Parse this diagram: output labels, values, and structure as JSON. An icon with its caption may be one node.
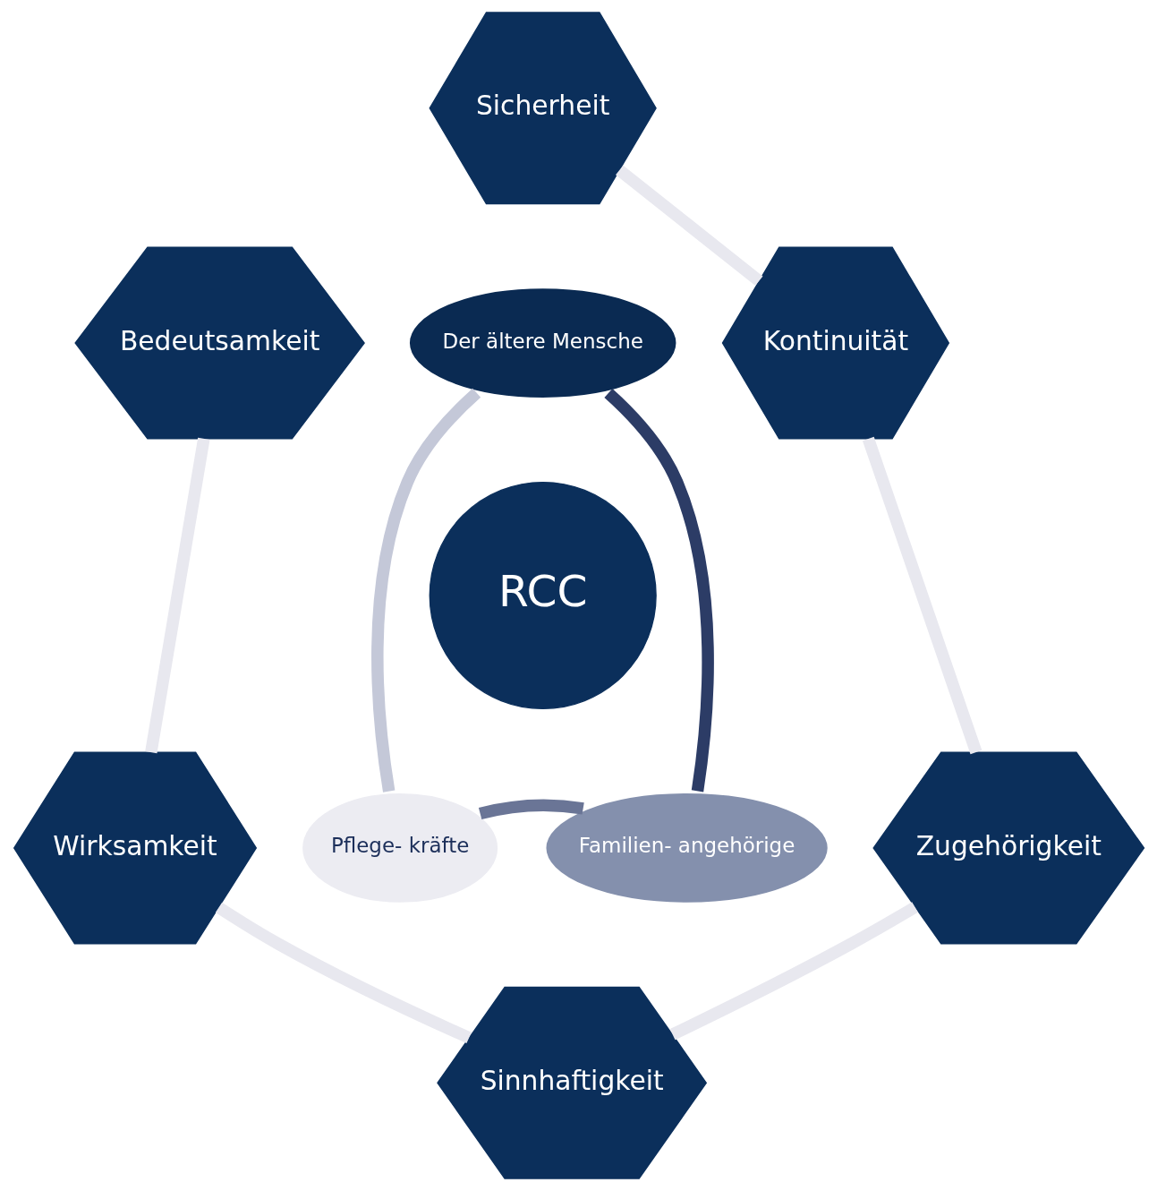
{
  "diagram": {
    "nodes": [
      {
        "text": [
          "Sicherheit"
        ]
      },
      {
        "text": [
          "Der ältere Mensche"
        ]
      },
      {
        "text": [
          "Bedeutsamkeit"
        ]
      },
      {
        "text": [
          "Kontinuität"
        ]
      },
      {
        "text": [
          "RCC"
        ]
      },
      {
        "text": [
          "Pflege- kräfte"
        ]
      },
      {
        "text": [
          "Familien- angehörige"
        ]
      },
      {
        "text": [
          "Wirksamkeit"
        ]
      },
      {
        "text": [
          "Zugehörigkeit"
        ]
      },
      {
        "text": [
          "Sinnhaftigkeit"
        ]
      }
    ],
    "edges": [
      {
        "from": 0,
        "to": 3,
        "arrow": "none"
      },
      {
        "from": 3,
        "to": 8,
        "arrow": "none"
      },
      {
        "from": 8,
        "to": 9,
        "arrow": "none"
      },
      {
        "from": 7,
        "to": 9,
        "arrow": "none"
      },
      {
        "from": 2,
        "to": 7,
        "arrow": "none"
      },
      {
        "from": 1,
        "to": 6,
        "arrow": "none",
        "color": "#2c3c66"
      },
      {
        "from": 6,
        "to": 5,
        "arrow": "none",
        "color": "#6a7596"
      },
      {
        "from": 1,
        "to": 5,
        "arrow": "none",
        "color": "#c4c8d8"
      }
    ]
  }
}
